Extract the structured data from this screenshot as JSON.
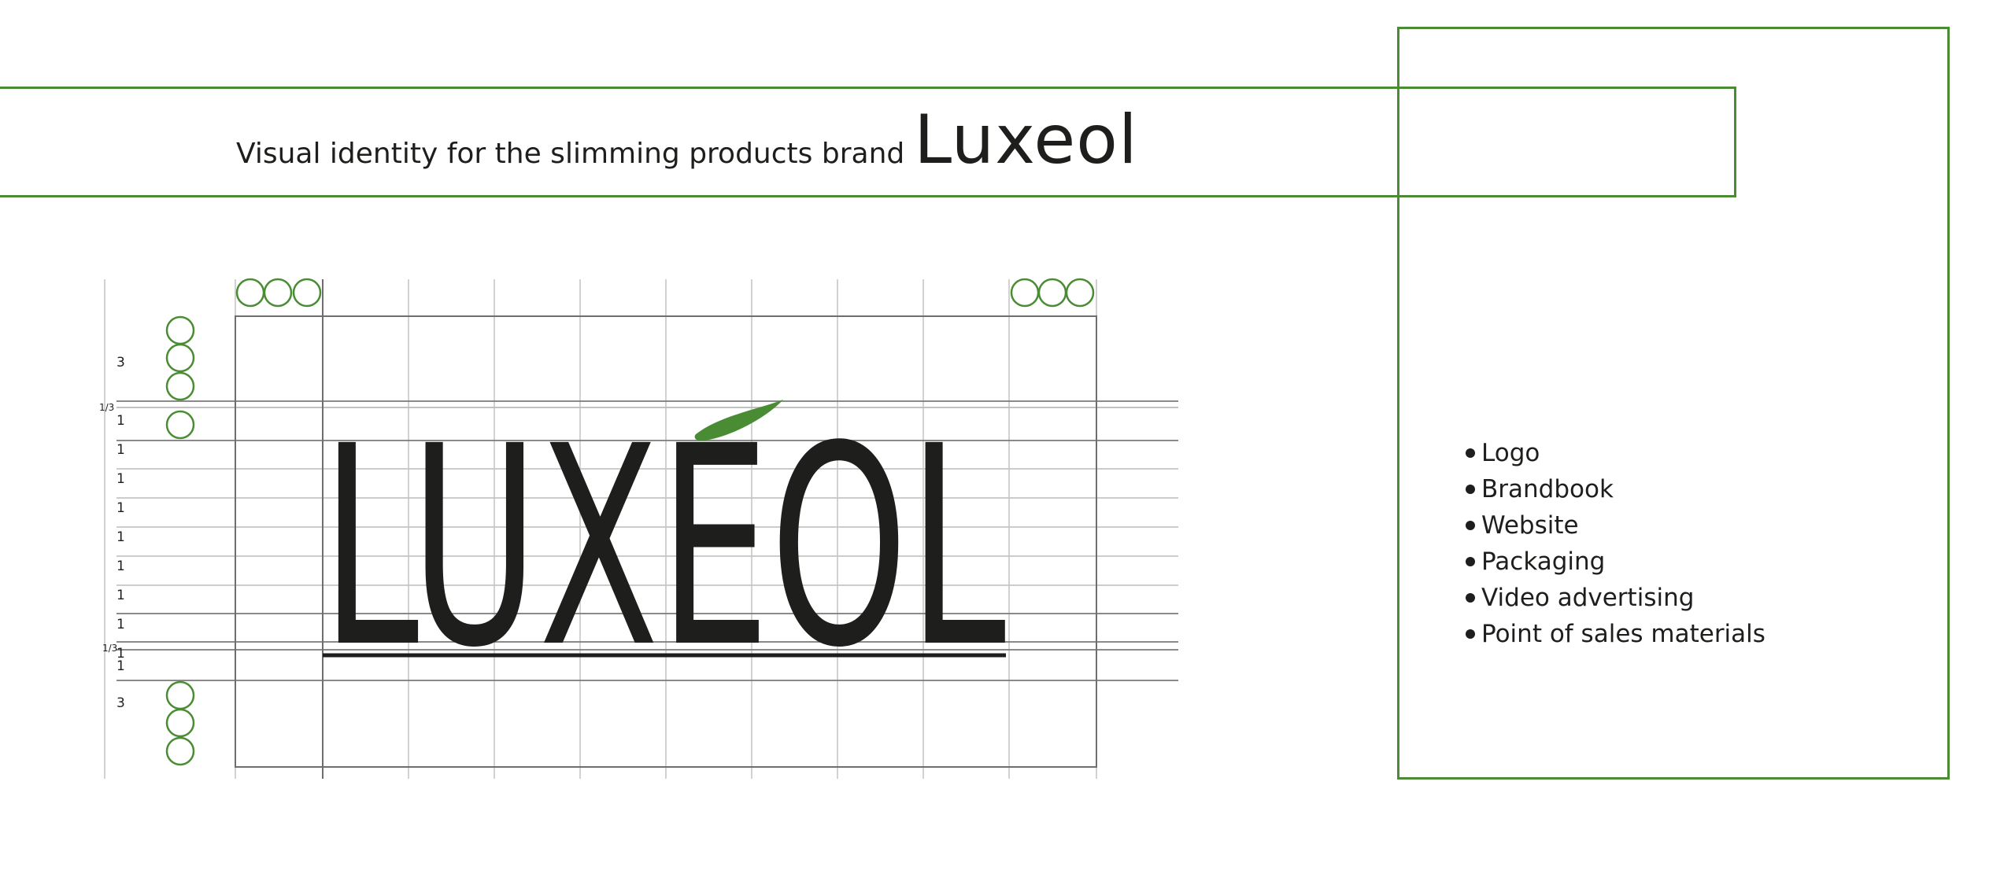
{
  "header": {
    "subtitle": "Visual identity for the slimming products brand",
    "brand_name": "Luxeol"
  },
  "logo_grid": {
    "wordmark": "LUXEOL",
    "row_labels": [
      "3",
      "1/3",
      "1",
      "1",
      "1",
      "1",
      "1",
      "1",
      "1",
      "1",
      "1",
      "1/3",
      "1",
      "3"
    ]
  },
  "services": {
    "items": [
      "Logo",
      "Brandbook",
      "Website",
      "Packaging",
      "Video advertising",
      "Point of sales materials"
    ]
  },
  "colors": {
    "accent_green": "#4a8c34",
    "text_dark": "#1e1e1c",
    "grid_gray": "#8c8c8c"
  }
}
